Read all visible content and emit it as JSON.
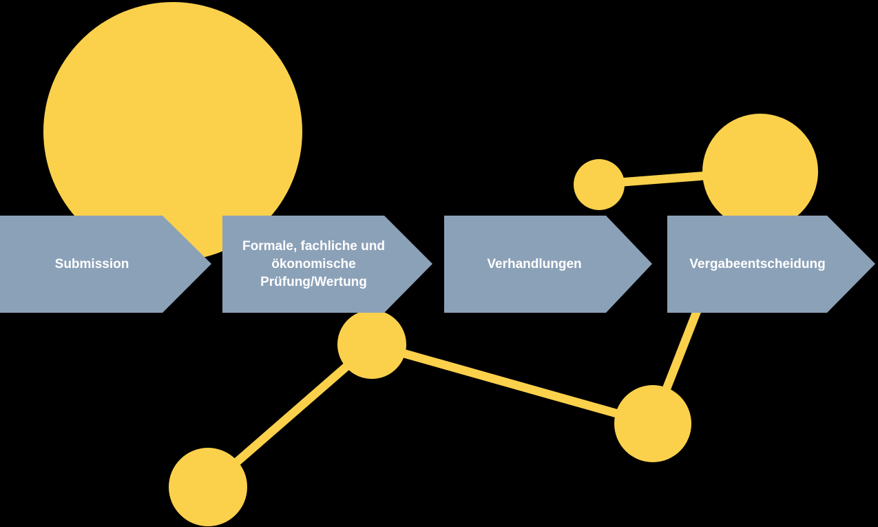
{
  "colors": {
    "background": "#000000",
    "node_yellow": "#FBD14C",
    "arrow_blue": "#8BA1B8",
    "label_text": "#FFFFFF"
  },
  "process": {
    "steps": [
      {
        "label": "Submission"
      },
      {
        "label": "Formale, fachliche und ökonomische Prüfung/Wertung"
      },
      {
        "label": "Verhandlungen"
      },
      {
        "label": "Vergabeentscheidung"
      }
    ]
  }
}
